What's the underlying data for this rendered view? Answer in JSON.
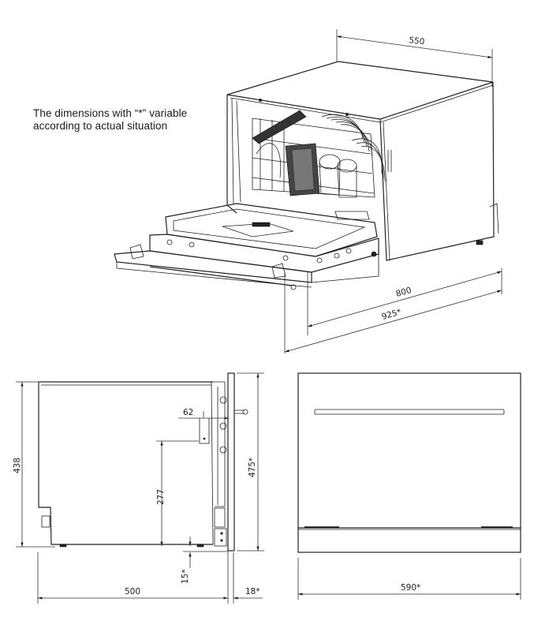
{
  "note": {
    "line1": "The dimensions with “*” variable",
    "line2": "according to actual situation"
  },
  "isometric_view": {
    "dimensions": {
      "width": "550",
      "depth_closed": "800",
      "depth_open": "925*"
    }
  },
  "side_view": {
    "dimensions": {
      "height_body": "438",
      "height_total": "475*",
      "hinge_offset": "62",
      "hinge_height": "277",
      "foot_clearance": "15*",
      "body_depth": "500",
      "door_thickness": "18*"
    }
  },
  "front_view": {
    "dimensions": {
      "width": "590*"
    }
  },
  "colors": {
    "line": "#222222",
    "background": "#ffffff"
  }
}
